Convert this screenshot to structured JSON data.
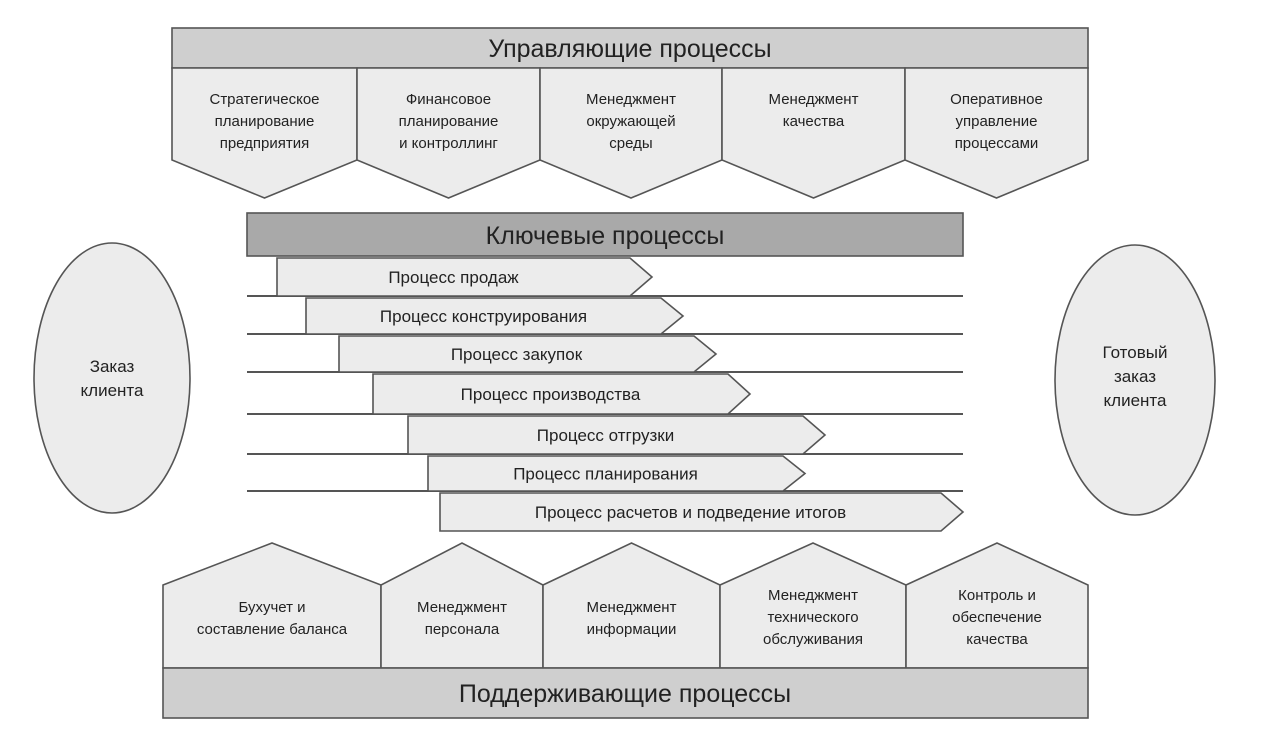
{
  "management": {
    "title": "Управляющие процессы",
    "items": [
      {
        "lines": [
          "Стратегическое",
          "планирование",
          "предприятия"
        ]
      },
      {
        "lines": [
          "Финансовое",
          "планирование",
          "и контроллинг"
        ]
      },
      {
        "lines": [
          "Менеджмент",
          "окружающей",
          "среды"
        ]
      },
      {
        "lines": [
          "Менеджмент",
          "качества"
        ]
      },
      {
        "lines": [
          "Оперативное",
          "управление",
          "процессами"
        ]
      }
    ]
  },
  "key": {
    "title": "Ключевые процессы",
    "items": [
      "Процесс продаж",
      "Процесс конструирования",
      "Процесс закупок",
      "Процесс производства",
      "Процесс отгрузки",
      "Процесс планирования",
      "Процесс расчетов и подведение итогов"
    ]
  },
  "input": {
    "lines": [
      "Заказ",
      "клиента"
    ]
  },
  "output": {
    "lines": [
      "Готовый",
      "заказ",
      "клиента"
    ]
  },
  "support": {
    "title": "Поддерживающие процессы",
    "items": [
      {
        "lines": [
          "Бухучет и",
          "составление баланса"
        ]
      },
      {
        "lines": [
          "Менеджмент",
          "персонала"
        ]
      },
      {
        "lines": [
          "Менеджмент",
          "информации"
        ]
      },
      {
        "lines": [
          "Менеджмент",
          "технического",
          "обслуживания"
        ]
      },
      {
        "lines": [
          "Контроль и",
          "обеспечение",
          "качества"
        ]
      }
    ]
  }
}
